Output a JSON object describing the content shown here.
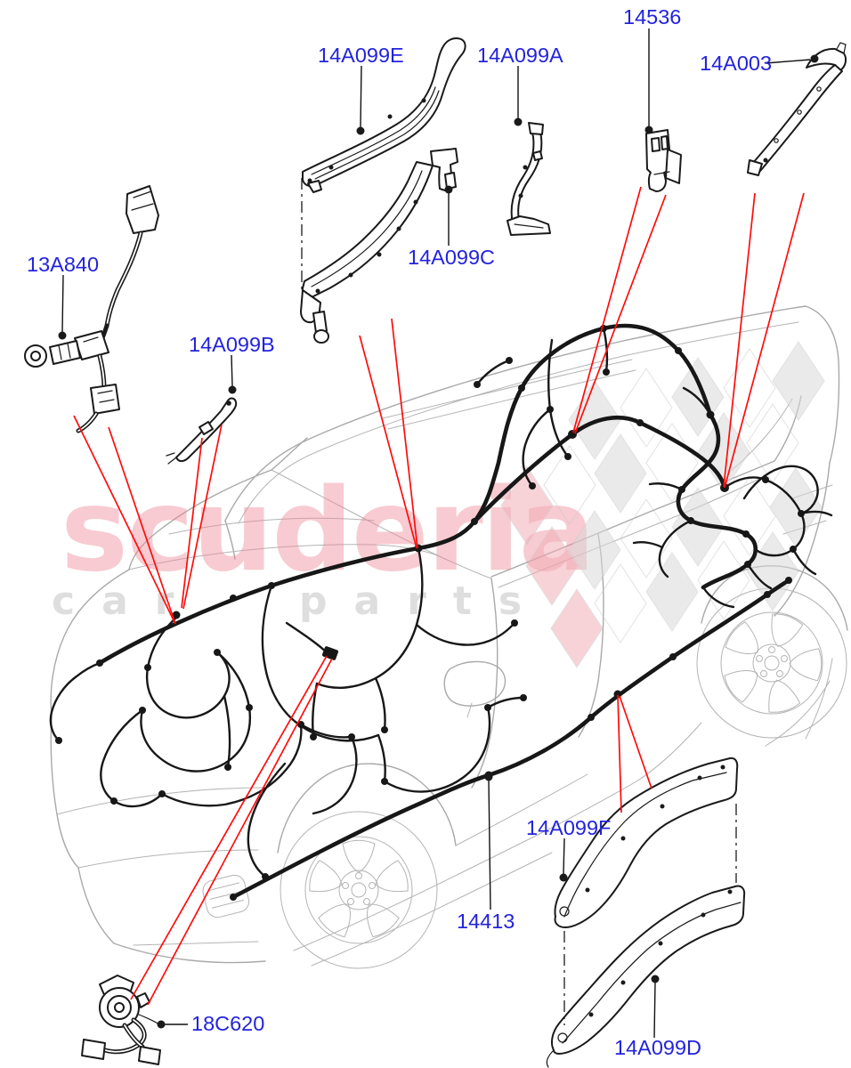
{
  "diagram": {
    "kind": "vehicle-parts-line-diagram",
    "subject": "main wiring harness on SUV body, exploded part callouts"
  },
  "colors": {
    "label_blue": "#2323dd",
    "leader_red": "#ff0c0c",
    "drawing_black": "#171717",
    "car_outline_gray": "#a9a9a9",
    "checker_gray": "#d9d9d9",
    "checker_pink": "#f2aeb8",
    "watermark_pink": "#ee8593",
    "watermark_gray": "#d9d9d9"
  },
  "watermark": {
    "brand": "scuderia",
    "subtext_left": "car",
    "subtext_right": "parts"
  },
  "part_labels": [
    {
      "id": "14A099E",
      "text": "14A099E"
    },
    {
      "id": "14A099A",
      "text": "14A099A"
    },
    {
      "id": "14536",
      "text": "14536"
    },
    {
      "id": "14A003",
      "text": "14A003"
    },
    {
      "id": "14A099C",
      "text": "14A099C"
    },
    {
      "id": "13A840",
      "text": "13A840"
    },
    {
      "id": "14A099B",
      "text": "14A099B"
    },
    {
      "id": "14A099F",
      "text": "14A099F"
    },
    {
      "id": "14413",
      "text": "14413"
    },
    {
      "id": "18C620",
      "text": "18C620"
    },
    {
      "id": "14A099D",
      "text": "14A099D"
    }
  ]
}
